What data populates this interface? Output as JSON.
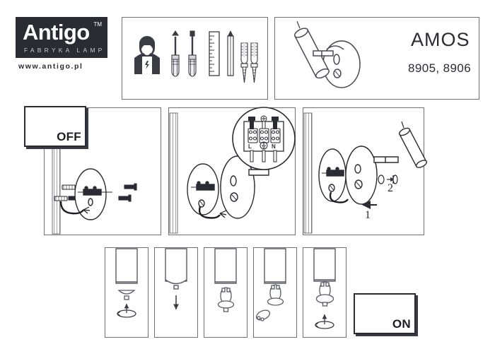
{
  "brand": {
    "name": "Antigo",
    "trademark": "TM",
    "tagline": "FABRYKA LAMP",
    "website": "www.antigo.pl",
    "logo_bg": "#2b2b33",
    "logo_fg": "#ffffff"
  },
  "product": {
    "name": "AMOS",
    "codes": "8905, 8906"
  },
  "tools_panel": {
    "label": "required-tools",
    "icons": [
      "electrician-icon",
      "phillips-screwdriver-icon",
      "flat-screwdriver-icon",
      "ruler-icon",
      "pencil-icon",
      "wall-plug-icon",
      "screw-icon"
    ]
  },
  "steps": [
    {
      "id": "step-1",
      "callout": "OFF",
      "icons": [
        "fuse-box-icon",
        "down-arrow-icon",
        "hand-icon",
        "wall-icon",
        "wall-plug-icon",
        "screw-icon",
        "mounting-plate-icon",
        "cable-icon"
      ]
    },
    {
      "id": "step-2",
      "icons": [
        "wall-icon",
        "mounting-plate-icon",
        "lamp-base-icon",
        "terminal-block-icon",
        "magnifier-circle-icon",
        "cable-icon"
      ],
      "terminal": {
        "live_label": "L",
        "earth_label": "earth-symbol",
        "neutral_label": "N"
      }
    },
    {
      "id": "step-3",
      "markers": [
        {
          "num": "1",
          "arrow": "left-arrow-icon"
        },
        {
          "num": "2",
          "arrow": "left-arrow-icon"
        }
      ],
      "icons": [
        "wall-icon",
        "mounting-plate-icon",
        "lamp-base-icon",
        "spot-tube-icon",
        "grub-screw-icon",
        "allen-key-icon"
      ]
    }
  ],
  "bulb_sequence": [
    {
      "id": "bulb-step-1",
      "icons": [
        "spot-tube-icon",
        "bulb-cap-icon",
        "rotate-arrow-icon",
        "up-arrow-icon"
      ]
    },
    {
      "id": "bulb-step-2",
      "icons": [
        "spot-tube-icon",
        "bulb-cap-icon",
        "down-arrow-icon"
      ]
    },
    {
      "id": "bulb-step-3",
      "icons": [
        "spot-tube-icon",
        "gu10-bulb-icon"
      ]
    },
    {
      "id": "bulb-step-4",
      "icons": [
        "spot-tube-icon",
        "gu10-bulb-icon",
        "bulb-cap-icon"
      ]
    },
    {
      "id": "bulb-step-5",
      "icons": [
        "spot-tube-icon",
        "gu10-bulb-icon",
        "bulb-cap-icon",
        "rotate-arrow-icon",
        "up-arrow-icon"
      ]
    }
  ],
  "final": {
    "callout": "ON",
    "icons": [
      "fuse-box-icon",
      "up-arrow-icon",
      "hand-icon"
    ]
  },
  "colors": {
    "line": "#6f6f7a",
    "dark": "#2b2b33",
    "hatch": "#8a8a93",
    "white": "#ffffff"
  }
}
